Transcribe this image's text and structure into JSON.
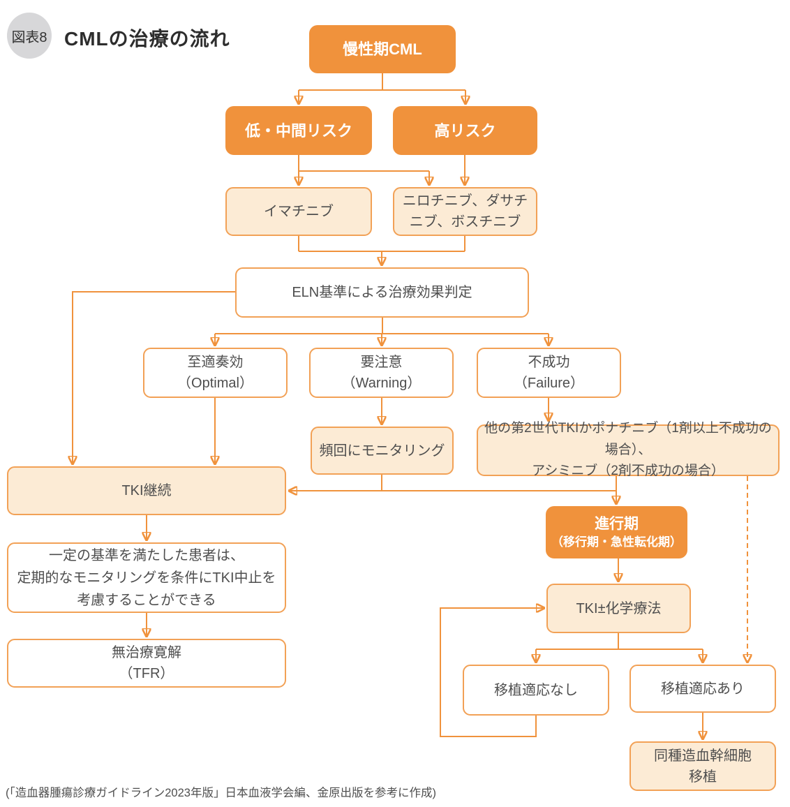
{
  "figure": {
    "badge": "図表8",
    "title": "CMLの治療の流れ",
    "caption": "(「造血器腫瘍診療ガイドライン2023年版」日本血液学会編、金原出版を参考に作成)"
  },
  "colors": {
    "accent_orange": "#F0923C",
    "node_fill_light": "#FCEBD5",
    "node_border": "#F2A156",
    "node_text": "#4E4E4E",
    "badge_gray": "#D7D7D9",
    "solid_node_text": "#FFFFFF"
  },
  "nodes": {
    "chronic": {
      "label": "慢性期CML"
    },
    "low_risk": {
      "label": "低・中間リスク"
    },
    "high_risk": {
      "label": "高リスク"
    },
    "imatinib": {
      "label": "イマチニブ"
    },
    "second_gen": {
      "label": "ニロチニブ、ダサチ\nニブ、ボスチニブ"
    },
    "eln": {
      "label": "ELN基準による治療効果判定"
    },
    "optimal": {
      "label": "至適奏効\n（Optimal）"
    },
    "warning": {
      "label": "要注意\n（Warning）"
    },
    "failure": {
      "label": "不成功\n（Failure）"
    },
    "monitoring": {
      "label": "頻回にモニタリング"
    },
    "alt_tki": {
      "label": "他の第2世代TKIかポナチニブ（1剤以上不成功の場合）、\nアシミニブ（2剤不成功の場合）"
    },
    "tki_continue": {
      "label": "TKI継続"
    },
    "criteria": {
      "label": "一定の基準を満たした患者は、\n定期的なモニタリングを条件にTKI中止を\n考慮することができる"
    },
    "tfr": {
      "label": "無治療寛解\n（TFR）"
    },
    "advanced": {
      "line1": "進行期",
      "line2": "（移行期・急性転化期）"
    },
    "tki_chemo": {
      "label": "TKI±化学療法"
    },
    "no_transplant": {
      "label": "移植適応なし"
    },
    "yes_transplant": {
      "label": "移植適応あり"
    },
    "allo_hsct": {
      "label": "同種造血幹細胞\n移植"
    }
  }
}
